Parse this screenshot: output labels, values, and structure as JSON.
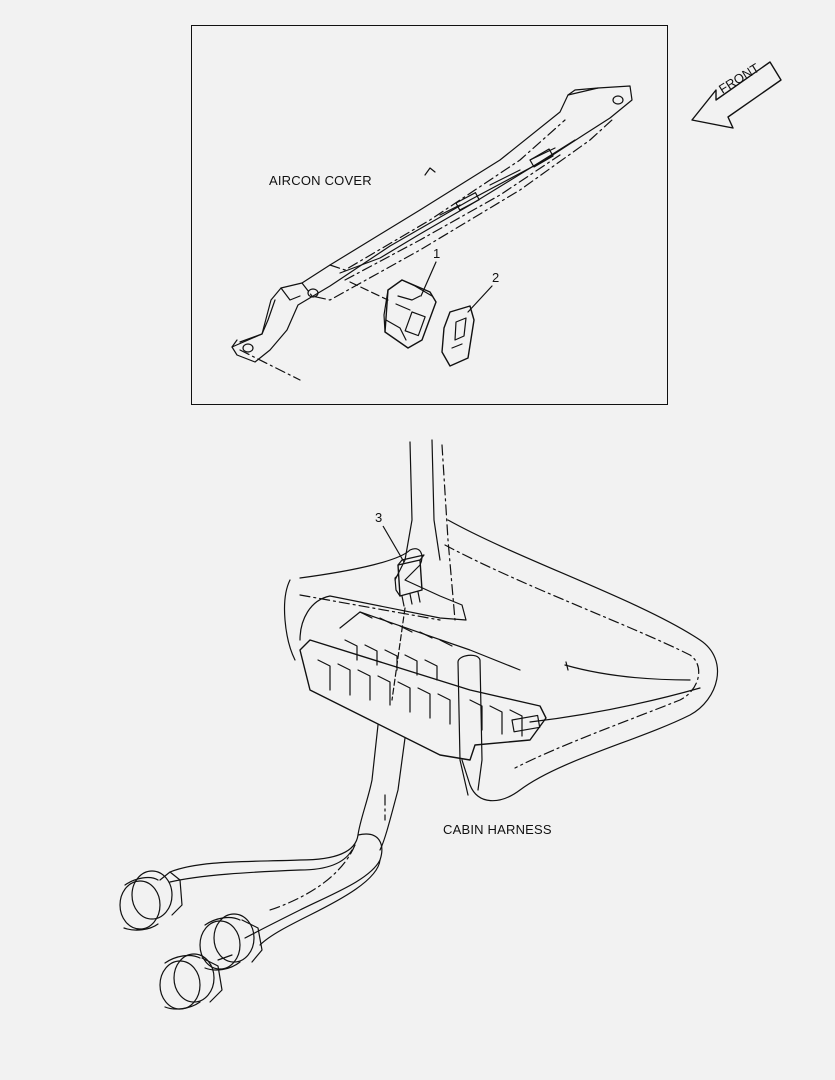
{
  "labels": {
    "aircon_cover": "AIRCON COVER",
    "cabin_harness": "CABIN HARNESS",
    "front": "FRONT"
  },
  "callouts": [
    "1",
    "2",
    "3"
  ]
}
